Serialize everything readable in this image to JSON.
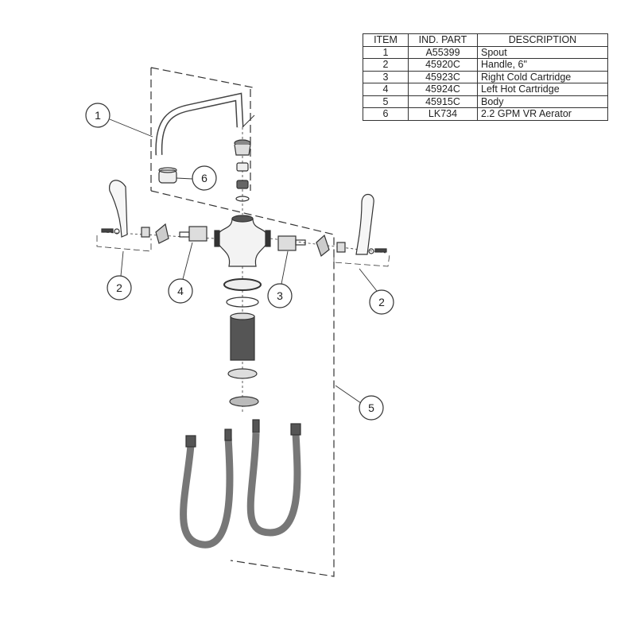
{
  "table": {
    "headers": [
      "ITEM",
      "IND. PART",
      "DESCRIPTION"
    ],
    "rows": [
      {
        "item": "1",
        "part": "A55399",
        "description": "Spout"
      },
      {
        "item": "2",
        "part": "45920C",
        "description": "Handle, 6\""
      },
      {
        "item": "3",
        "part": "45923C",
        "description": "Right Cold Cartridge"
      },
      {
        "item": "4",
        "part": "45924C",
        "description": "Left Hot Cartridge"
      },
      {
        "item": "5",
        "part": "45915C",
        "description": "Body"
      },
      {
        "item": "6",
        "part": "LK734",
        "description": "2.2 GPM VR Aerator"
      }
    ]
  },
  "callouts": {
    "spout": "1",
    "aerator": "6",
    "handle_left": "2",
    "hot_cartridge": "4",
    "cold_cartridge": "3",
    "handle_right": "2",
    "body": "5"
  }
}
